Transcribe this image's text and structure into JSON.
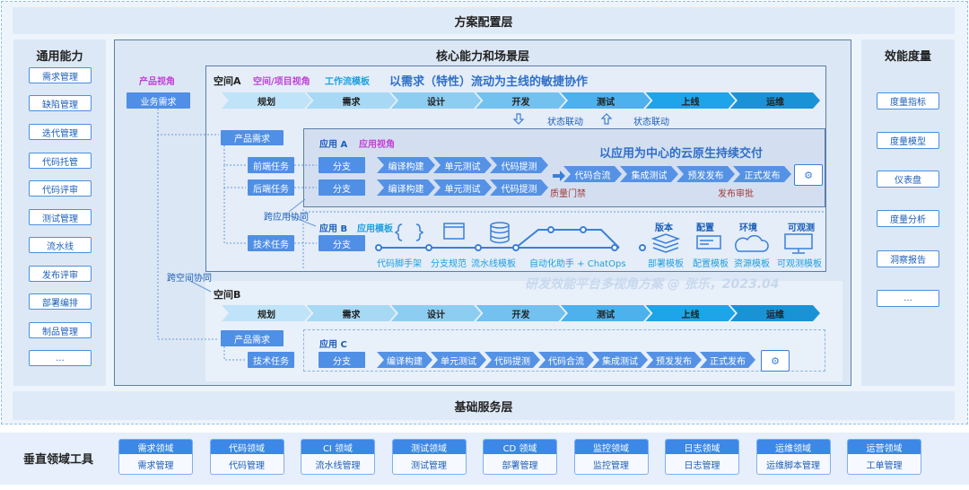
{
  "top_layer": "方案配置层",
  "bottom_layer": "基础服务层",
  "left": {
    "title": "通用能力",
    "items": [
      "需求管理",
      "缺陷管理",
      "迭代管理",
      "代码托管",
      "代码评审",
      "测试管理",
      "流水线",
      "发布评审",
      "部署编排",
      "制品管理",
      "..."
    ]
  },
  "right": {
    "title": "效能度量",
    "items": [
      "度量指标",
      "度量模型",
      "仪表盘",
      "度量分析",
      "洞察报告",
      "..."
    ]
  },
  "core": {
    "title": "核心能力和场景层",
    "product_view": "产品视角",
    "business_req": "业务需求",
    "cross_app": "跨应用协同",
    "cross_space": "跨空间协同",
    "watermark": "研发效能平台多视角方案 @ 张乐，2023.04",
    "stages": [
      "规划",
      "需求",
      "设计",
      "开发",
      "测试",
      "上线",
      "运维"
    ],
    "stage_colors": [
      "#bfe3f8",
      "#a7d9f5",
      "#8dcdf2",
      "#72c1ef",
      "#4cb1ec",
      "#1ea4e8",
      "#1a93d6"
    ],
    "space_a": {
      "name": "空间A",
      "view": "空间/项目视角",
      "template": "工作流模板",
      "headline": "以需求（特性）流动为主线的敏捷协作",
      "sync": [
        "状态联动",
        "状态联动"
      ],
      "product_req": "产品需求",
      "tasks": [
        "前端任务",
        "后端任务",
        "技术任务"
      ],
      "app_a": {
        "name": "应用 A",
        "view": "应用视角",
        "headline": "以应用为中心的云原生持续交付",
        "branch": "分支",
        "ci_steps": [
          "编译构建",
          "单元测试",
          "代码提测"
        ],
        "cd_steps": [
          "代码合流",
          "集成测试",
          "预发发布",
          "正式发布"
        ],
        "quality_gate": "质量门禁",
        "release_approval": "发布审批",
        "monitor_icon": "gear-monitor"
      },
      "app_b": {
        "name": "应用 B",
        "template": "应用模板",
        "branch": "分支",
        "timeline": [
          "代码脚手架",
          "分支规范",
          "流水线模板",
          "自动化助手 + ChatOps"
        ],
        "templates": [
          {
            "top": "版本",
            "bottom": "部署模板",
            "icon": "layers"
          },
          {
            "top": "配置",
            "bottom": "配置模板",
            "icon": "config"
          },
          {
            "top": "环境",
            "bottom": "资源模板",
            "icon": "cloud"
          },
          {
            "top": "可观测",
            "bottom": "可观测模板",
            "icon": "monitor"
          }
        ]
      }
    },
    "space_b": {
      "name": "空间B",
      "product_req": "产品需求",
      "task": "技术任务",
      "app_c": {
        "name": "应用 C",
        "branch": "分支",
        "steps": [
          "编译构建",
          "单元测试",
          "代码提测",
          "代码合流",
          "集成测试",
          "预发发布",
          "正式发布"
        ]
      }
    }
  },
  "tools": {
    "title": "垂直领域工具",
    "items": [
      {
        "domain": "需求领域",
        "tool": "需求管理"
      },
      {
        "domain": "代码领域",
        "tool": "代码管理"
      },
      {
        "domain": "CI 领域",
        "tool": "流水线管理"
      },
      {
        "domain": "测试领域",
        "tool": "测试管理"
      },
      {
        "domain": "CD 领域",
        "tool": "部署管理"
      },
      {
        "domain": "监控领域",
        "tool": "监控管理"
      },
      {
        "domain": "日志领域",
        "tool": "日志管理"
      },
      {
        "domain": "运维领域",
        "tool": "运维脚本管理"
      },
      {
        "domain": "运营领域",
        "tool": "工单管理"
      }
    ]
  }
}
